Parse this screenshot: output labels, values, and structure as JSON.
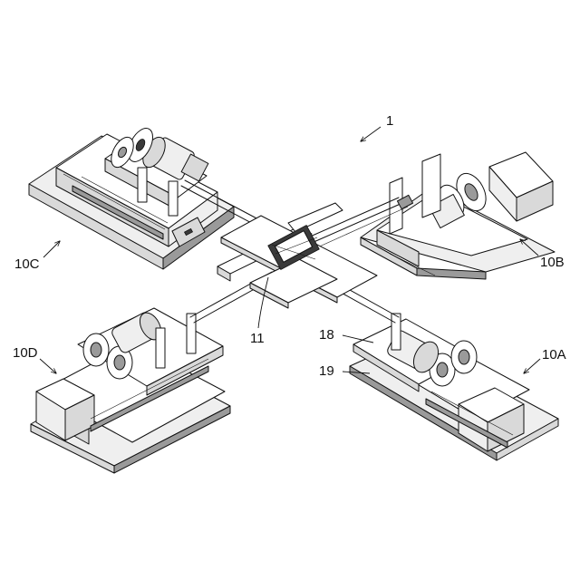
{
  "figure": {
    "labels": [
      {
        "id": "ref-1",
        "text": "1"
      },
      {
        "id": "ref-10a",
        "text": "10A"
      },
      {
        "id": "ref-10b",
        "text": "10B"
      },
      {
        "id": "ref-10c",
        "text": "10C"
      },
      {
        "id": "ref-10d",
        "text": "10D"
      },
      {
        "id": "ref-11",
        "text": "11"
      },
      {
        "id": "ref-18",
        "text": "18"
      },
      {
        "id": "ref-19",
        "text": "19"
      }
    ]
  }
}
